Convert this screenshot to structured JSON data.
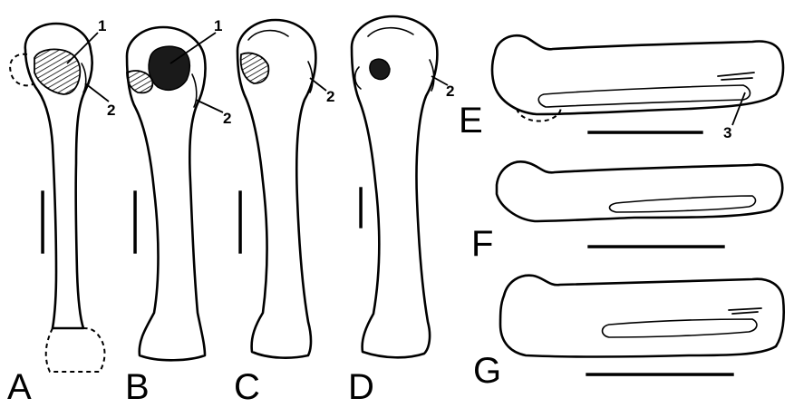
{
  "panels": {
    "a": "A",
    "b": "B",
    "c": "C",
    "d": "D",
    "e": "E",
    "f": "F",
    "g": "G"
  },
  "callouts": {
    "one": "1",
    "two": "2",
    "three": "3"
  }
}
